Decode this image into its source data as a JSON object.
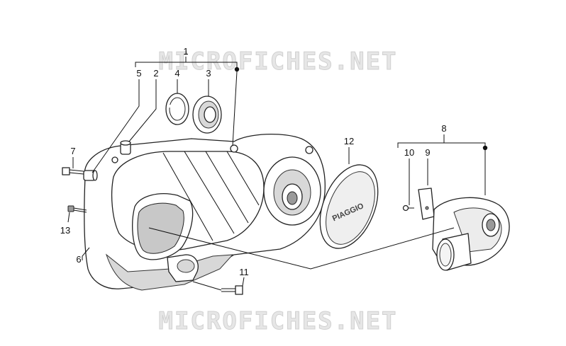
{
  "watermark": {
    "top": "MICROFICHES.NET",
    "bottom": "MICROFICHES.NET"
  },
  "callouts": {
    "n1": "1",
    "n2": "2",
    "n3": "3",
    "n4": "4",
    "n5": "5",
    "n6": "6",
    "n7": "7",
    "n8": "8",
    "n9": "9",
    "n10": "10",
    "n11": "11",
    "n12": "12",
    "n13": "13"
  },
  "cap_logo": "PIAGGIO",
  "icons": {
    "kit_marker": "filled-circle-dot"
  }
}
